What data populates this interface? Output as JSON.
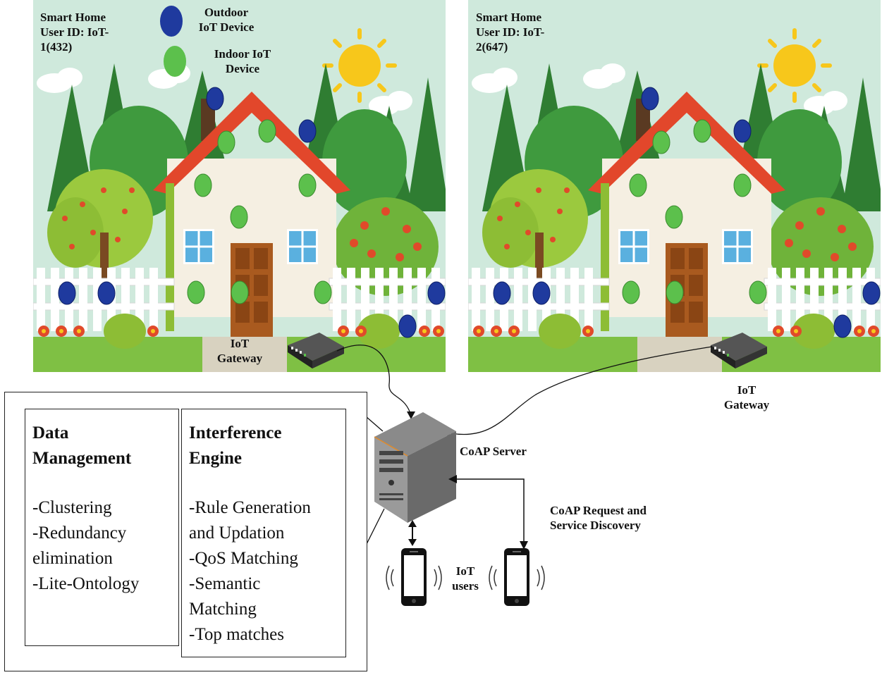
{
  "houses": [
    {
      "label_line1": "Smart Home",
      "label_line2": "User ID: IoT-",
      "label_line3": "1(432)",
      "gateway_label_line1": "IoT",
      "gateway_label_line2": "Gateway"
    },
    {
      "label_line1": "Smart Home",
      "label_line2": "User ID: IoT-",
      "label_line3": "2(647)",
      "gateway_label_line1": "IoT",
      "gateway_label_line2": "Gateway"
    }
  ],
  "legend": {
    "outdoor_line1": "Outdoor",
    "outdoor_line2": "IoT Device",
    "outdoor_color": "#1f3a9e",
    "indoor_line1": "Indoor IoT",
    "indoor_line2": "Device",
    "indoor_color": "#5cc04c"
  },
  "server": {
    "label": "CoAP Server",
    "request_line1": "CoAP Request and",
    "request_line2": "Service Discovery"
  },
  "users": {
    "label_line1": "IoT",
    "label_line2": "users"
  },
  "data_management": {
    "title_line1": "Data",
    "title_line2": "Management",
    "items": [
      "-Clustering",
      "-Redundancy",
      "elimination",
      "-Lite-Ontology"
    ]
  },
  "interference_engine": {
    "title_line1": "Interference",
    "title_line2": "Engine",
    "items": [
      "-Rule Generation",
      "and Updation",
      "-QoS Matching",
      "-Semantic",
      "Matching",
      "-Top matches"
    ]
  }
}
